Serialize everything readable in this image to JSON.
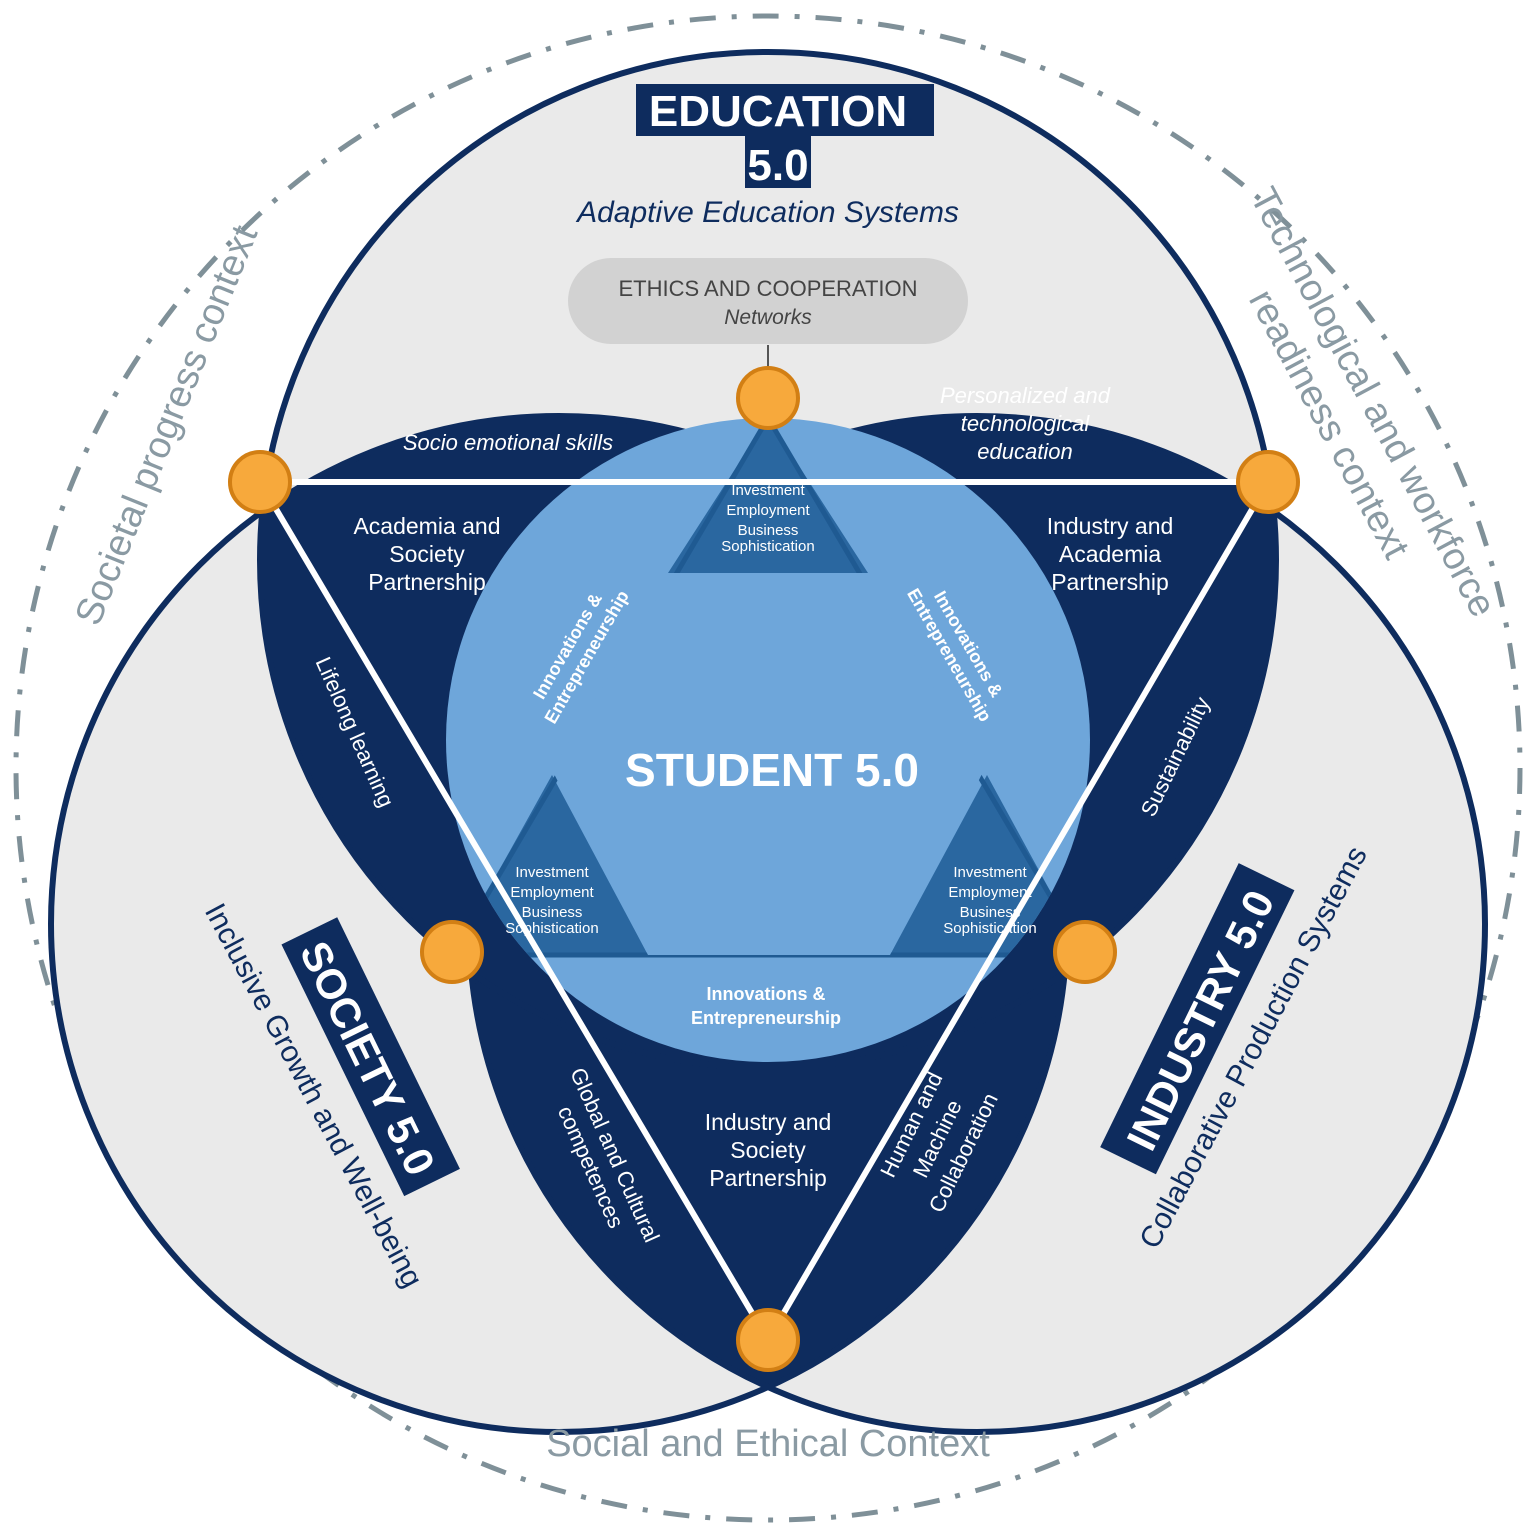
{
  "education": {
    "title_line1": "EDUCATION",
    "title_line2": "5.0",
    "subtitle": "Adaptive Education Systems"
  },
  "society": {
    "title": "SOCIETY 5.0",
    "subtitle": "Inclusive Growth and Well-being"
  },
  "industry": {
    "title": "INDUSTRY 5.0",
    "subtitle": "Collaborative Production Systems"
  },
  "contexts": {
    "left": "Societal progress context",
    "right_line1": "Technological and workforce",
    "right_line2": "readiness context",
    "bottom": "Social and Ethical Context"
  },
  "ethics": {
    "title": "ETHICS AND COOPERATION",
    "subtitle": "Networks"
  },
  "center": {
    "title": "STUDENT 5.0"
  },
  "skills": {
    "socio_emotional": "Socio emotional skills",
    "personalized": [
      "Personalized and",
      "technological",
      "education"
    ],
    "lifelong": "Lifelong learning",
    "sustainability": "Sustainability",
    "global_cultural": [
      "Global and Cultural",
      "competences"
    ],
    "human_machine": [
      "Human and",
      "Machine",
      "Collaboration"
    ]
  },
  "partnerships": {
    "academia_society": [
      "Academia and",
      "Society",
      "Partnership"
    ],
    "industry_academia": [
      "Industry and",
      "Academia",
      "Partnership"
    ],
    "industry_society": [
      "Industry and",
      "Society",
      "Partnership"
    ]
  },
  "corner_labels": [
    "Investment",
    "Employment",
    "Business",
    "Sophistication"
  ],
  "innovation_labels": [
    "Innovations &",
    "Entrepreneurship"
  ],
  "colors": {
    "navy": "#0e2c5e",
    "light_blue": "#6ea6da",
    "mid_blue": "#2a67a0",
    "circle_fill": "#eaeaea",
    "orange": "#f7a93c",
    "context_gray": "#8a9aa3"
  }
}
